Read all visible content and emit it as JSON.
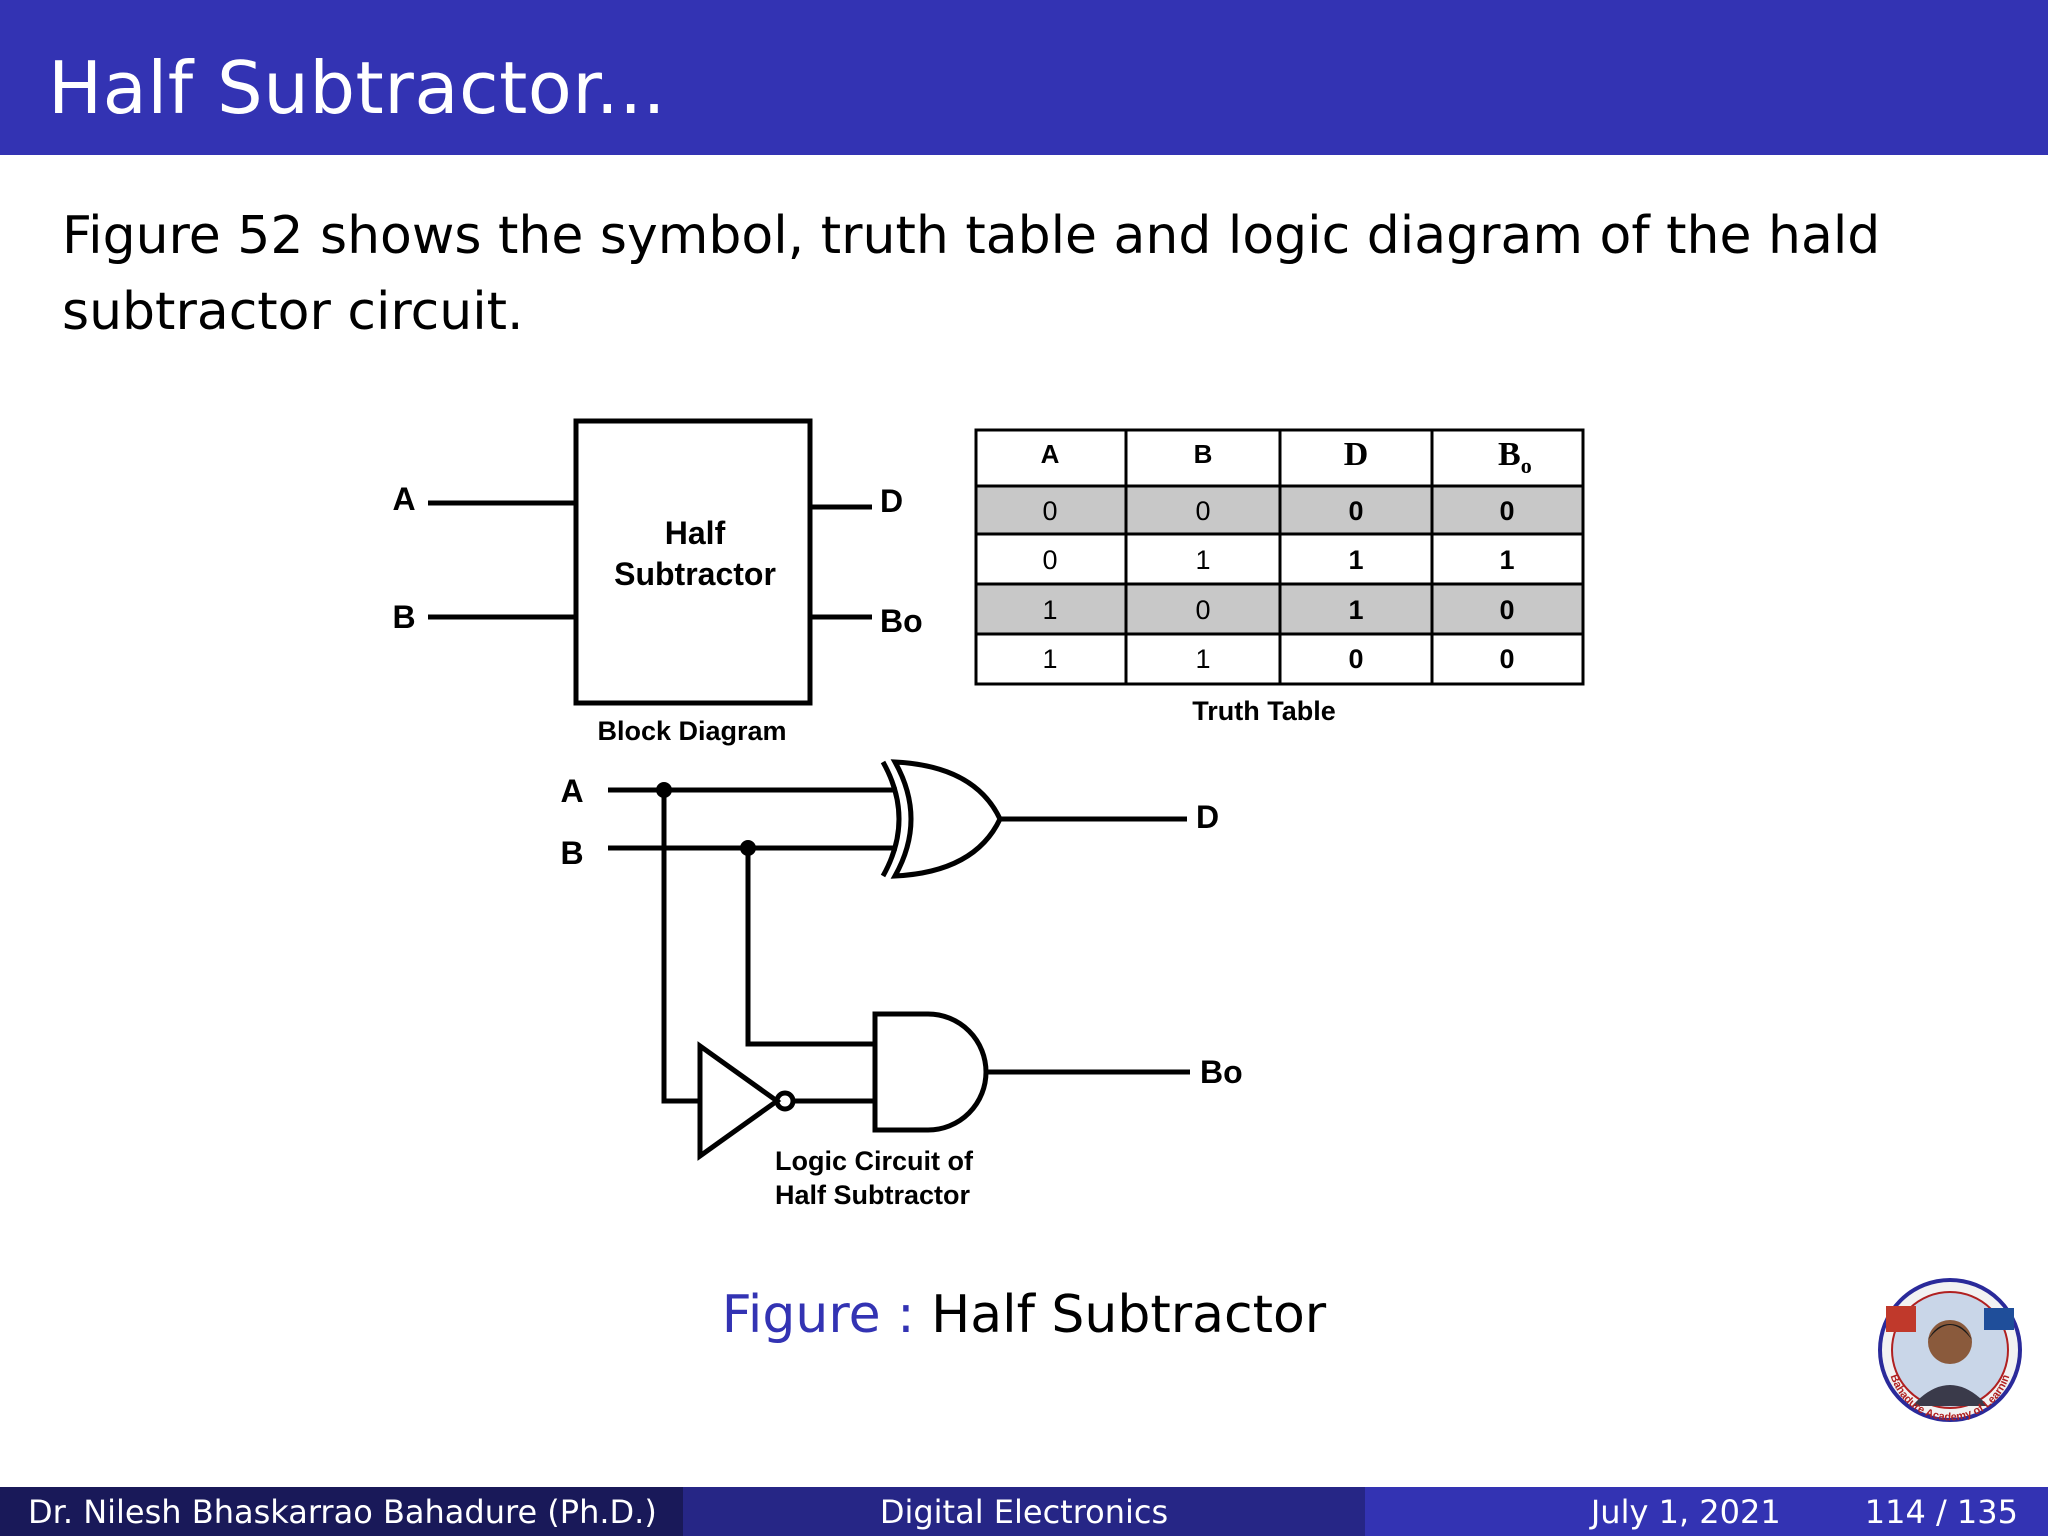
{
  "slide": {
    "title": "Half Subtractor...",
    "body": "Figure 52 shows the symbol, truth table and logic diagram of the hald subtractor circuit."
  },
  "block_diagram": {
    "box_line1": "Half",
    "box_line2": "Subtractor",
    "input_a": "A",
    "input_b": "B",
    "output_d": "D",
    "output_bo": "Bo",
    "caption": "Block Diagram"
  },
  "truth_table": {
    "headers": [
      "A",
      "B",
      "D",
      "B"
    ],
    "header_subscript": "o",
    "rows": [
      [
        "0",
        "0",
        "0",
        "0"
      ],
      [
        "0",
        "1",
        "1",
        "1"
      ],
      [
        "1",
        "0",
        "1",
        "0"
      ],
      [
        "1",
        "1",
        "0",
        "0"
      ]
    ],
    "shaded_rows": [
      0,
      2
    ],
    "shade_color": "#c8c8c8",
    "caption": "Truth Table"
  },
  "logic_circuit": {
    "input_a": "A",
    "input_b": "B",
    "output_d": "D",
    "output_bo": "Bo",
    "caption_line1": "Logic Circuit of",
    "caption_line2": "Half Subtractor",
    "gates": [
      "xor-gate",
      "and-gate",
      "not-gate"
    ]
  },
  "figure_caption": {
    "label": "Figure :",
    "text": "Half Subtractor"
  },
  "logo": {
    "ring_text": "Bahadure Academy of Learning"
  },
  "footer": {
    "author": "Dr. Nilesh Bhaskarrao Bahadure  (Ph.D.)",
    "course": "Digital Electronics",
    "date": "July 1, 2021",
    "page": "114 / 135"
  },
  "colors": {
    "title_bar": "#3333b3",
    "footer_left": "#191959",
    "footer_mid": "#262686",
    "footer_right": "#3333b3",
    "caption_label": "#3333b3"
  }
}
